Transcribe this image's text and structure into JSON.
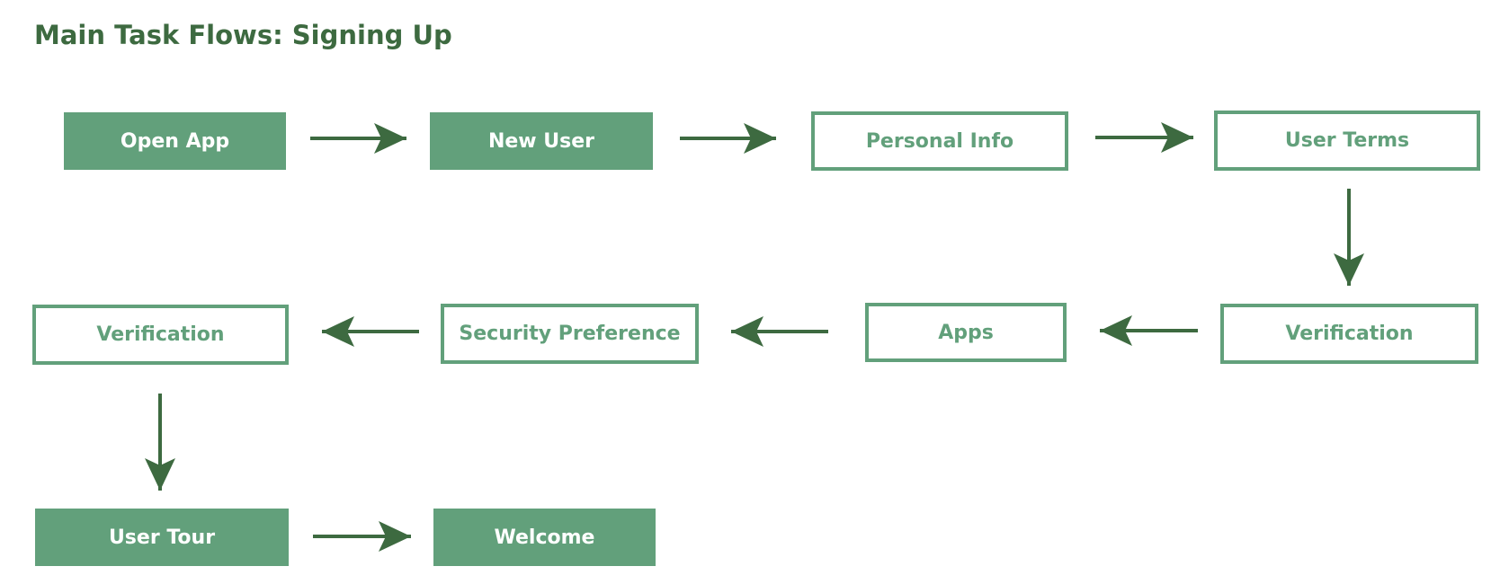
{
  "diagram": {
    "title": "Main Task Flows: Signing Up",
    "colors": {
      "title": "#3d6a40",
      "fill": "#62a07b",
      "arrow": "#3d6a40",
      "background": "#ffffff"
    },
    "nodes": [
      {
        "id": "open-app",
        "label": "Open App",
        "style": "filled"
      },
      {
        "id": "new-user",
        "label": "New User",
        "style": "filled"
      },
      {
        "id": "personal-info",
        "label": "Personal Info",
        "style": "outline"
      },
      {
        "id": "user-terms",
        "label": "User Terms",
        "style": "outline"
      },
      {
        "id": "verification-1",
        "label": "Verification",
        "style": "outline"
      },
      {
        "id": "apps",
        "label": "Apps",
        "style": "outline"
      },
      {
        "id": "security-preference",
        "label": "Security Preference",
        "style": "outline"
      },
      {
        "id": "verification-2",
        "label": "Verification",
        "style": "outline"
      },
      {
        "id": "user-tour",
        "label": "User Tour",
        "style": "filled"
      },
      {
        "id": "welcome",
        "label": "Welcome",
        "style": "filled"
      }
    ],
    "edges": [
      {
        "from": "open-app",
        "to": "new-user"
      },
      {
        "from": "new-user",
        "to": "personal-info"
      },
      {
        "from": "personal-info",
        "to": "user-terms"
      },
      {
        "from": "user-terms",
        "to": "verification-1"
      },
      {
        "from": "verification-1",
        "to": "apps"
      },
      {
        "from": "apps",
        "to": "security-preference"
      },
      {
        "from": "security-preference",
        "to": "verification-2"
      },
      {
        "from": "verification-2",
        "to": "user-tour"
      },
      {
        "from": "user-tour",
        "to": "welcome"
      }
    ]
  }
}
